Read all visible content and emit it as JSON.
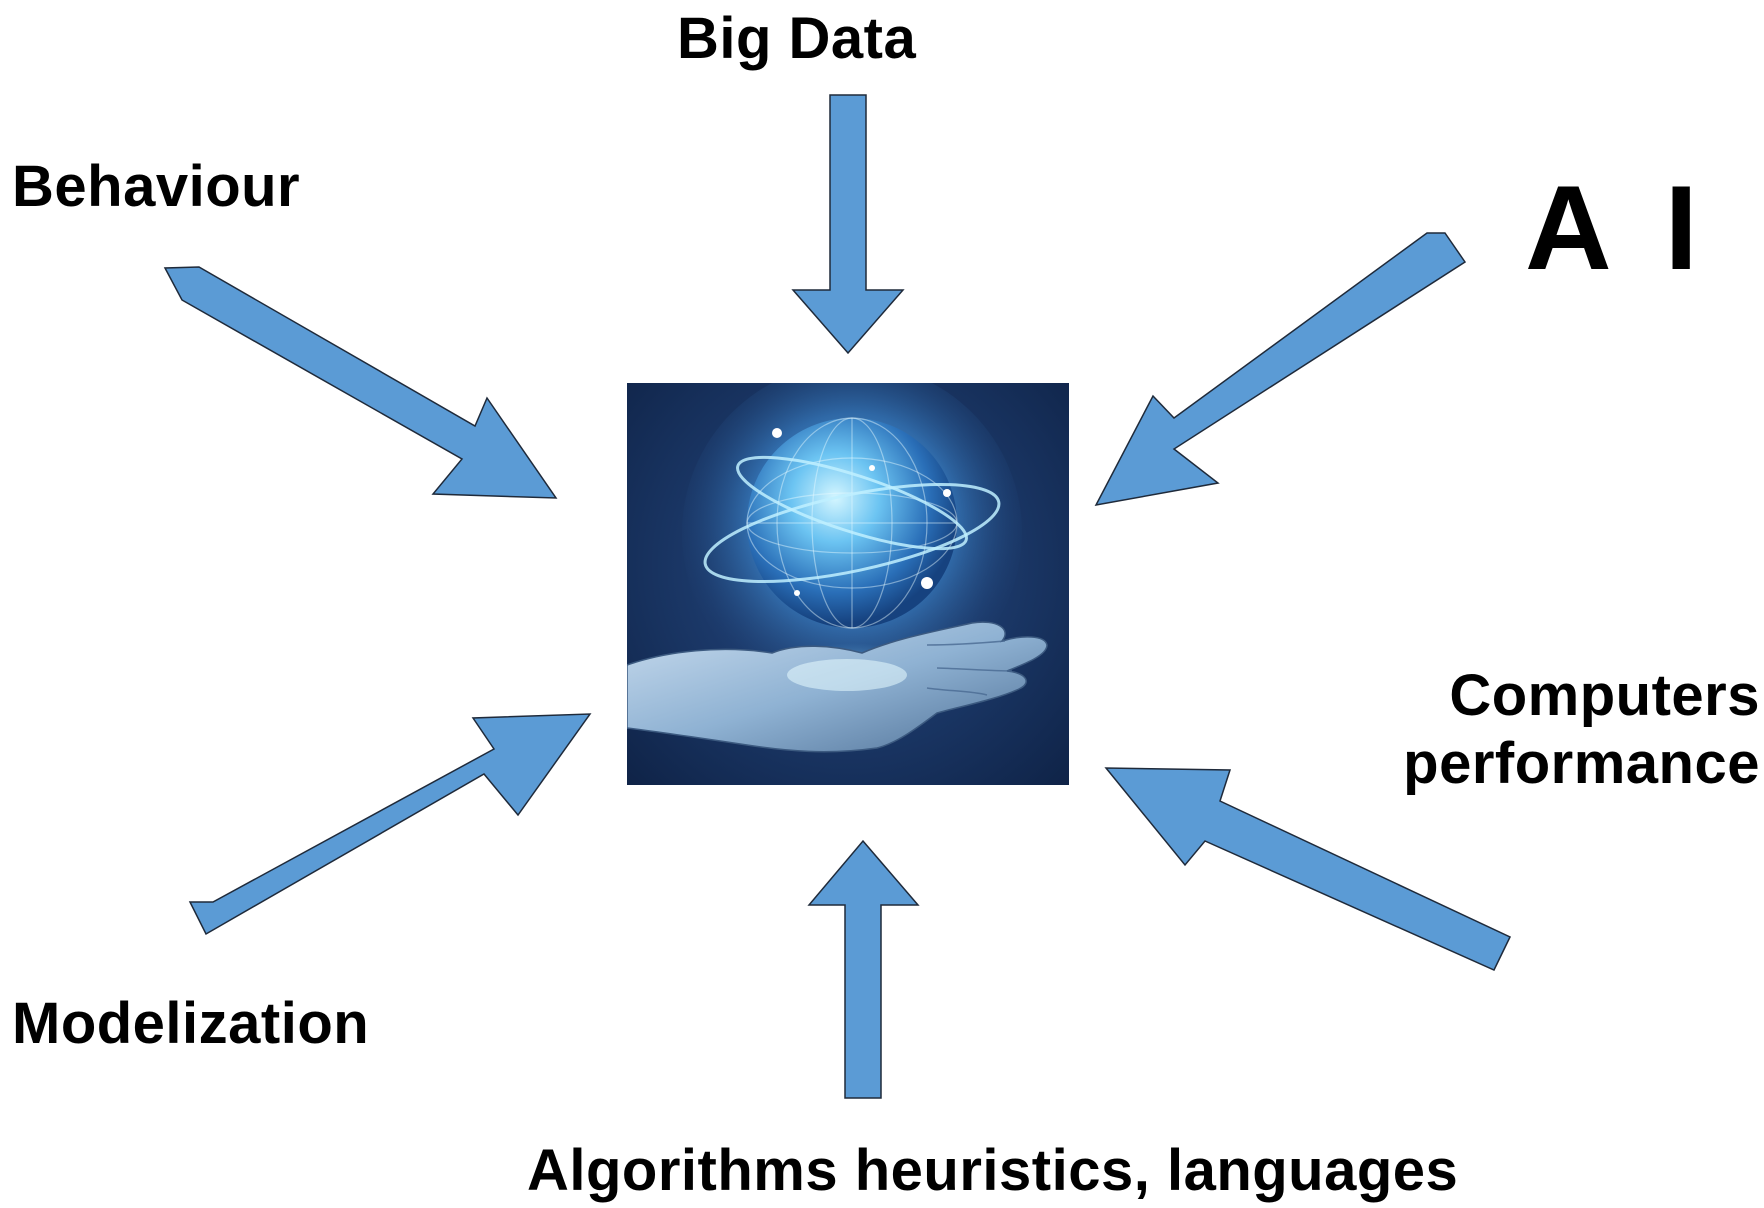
{
  "diagram": {
    "center_image": {
      "description_icon": "globe-in-hand-icon",
      "colors": {
        "background_dark": "#0f2347",
        "background_mid": "#2f5c97",
        "globe_glow": "#7fd8ff"
      }
    },
    "arrow_color": "#5b9bd5",
    "labels": {
      "big_data": "Big Data",
      "behaviour": "Behaviour",
      "ai": "A I",
      "computers_line1": "Computers",
      "computers_line2": "performance",
      "modelization": "Modelization",
      "algorithms": "Algorithms heuristics, languages"
    }
  }
}
